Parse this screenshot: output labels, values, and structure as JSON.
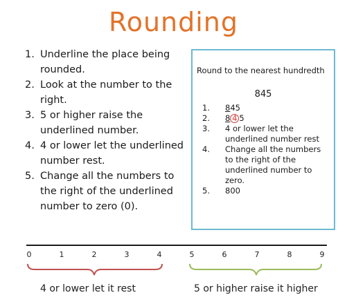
{
  "title": "Rounding",
  "steps": [
    {
      "num": "1.",
      "text": "Underline the place being rounded."
    },
    {
      "num": "2.",
      "text": "Look at the number to the right."
    },
    {
      "num": "3.",
      "text": "5 or higher raise the underlined number."
    },
    {
      "num": "4.",
      "text": "4 or lower let the underlined number rest."
    },
    {
      "num": "5.",
      "text": "Change all the numbers to the right of the underlined number to zero (0)."
    }
  ],
  "example": {
    "title": "Round to the nearest hundredth",
    "number": "845",
    "steps": [
      {
        "num": "1.",
        "pre": "",
        "under": "8",
        "post": "45"
      },
      {
        "num": "2.",
        "pre": "",
        "under": "8",
        "circled": "4",
        "post": "5"
      },
      {
        "num": "3.",
        "text": "4 or lower let the underlined number rest"
      },
      {
        "num": "4.",
        "text": "Change all the numbers to the right of the underlined number to zero."
      },
      {
        "num": "5.",
        "text": "800"
      }
    ]
  },
  "number_line": {
    "ticks": [
      "0",
      "1",
      "2",
      "3",
      "4",
      "5",
      "6",
      "7",
      "8",
      "9"
    ],
    "low_caption": "4 or lower let it rest",
    "high_caption": "5 or higher raise it higher",
    "colors": {
      "line": "#1a1a1a",
      "low_brace": "#c0504d",
      "high_brace": "#9bbb59"
    }
  },
  "colors": {
    "title": "#e2732a",
    "box_border": "#6cb9d2",
    "circle": "#d63a3a"
  }
}
